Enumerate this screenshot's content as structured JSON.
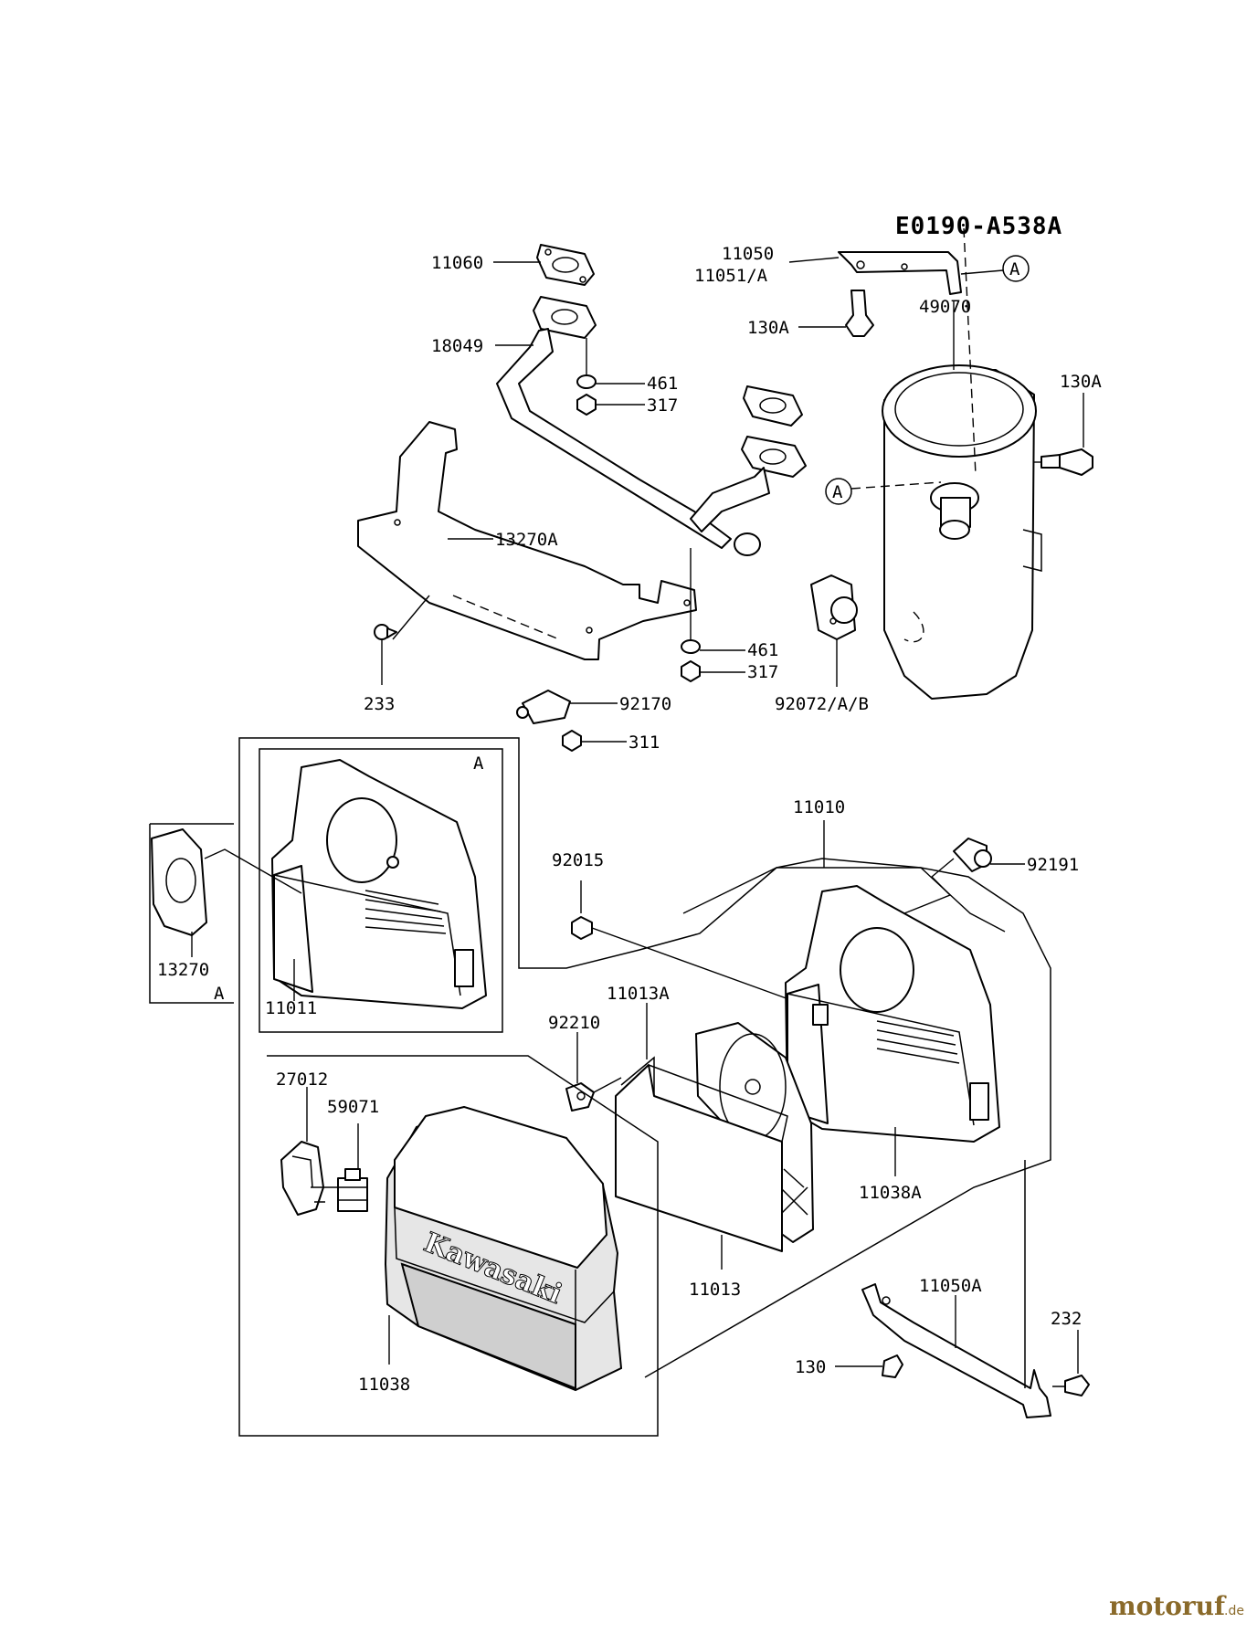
{
  "diagram_code": "E0190-A538A",
  "watermark": {
    "text": "motoruf",
    "suffix": ".de"
  },
  "brand_on_cover": "Kawasaki",
  "callouts": {
    "c11060": "11060",
    "c11050": "11050",
    "c11051": "11051/A",
    "c130A_top": "130A",
    "c49070": "49070",
    "c130A_right": "130A",
    "c18049": "18049",
    "c461_top": "461",
    "c317_top": "317",
    "c13270A": "13270A",
    "c233": "233",
    "c461_mid": "461",
    "c317_mid": "317",
    "c92072": "92072/A/B",
    "c92170": "92170",
    "c311": "311",
    "cA_inset": "A",
    "cA_top": "A",
    "cA_side": "A",
    "c13270": "13270",
    "c13270_A": "A",
    "c11011": "11011",
    "c11010": "11010",
    "c92015": "92015",
    "c92191": "92191",
    "c11013A": "11013A",
    "c92210": "92210",
    "c27012": "27012",
    "c59071": "59071",
    "c11038A": "11038A",
    "c11013": "11013",
    "c11050A": "11050A",
    "c232": "232",
    "c130": "130",
    "c11038": "11038"
  }
}
